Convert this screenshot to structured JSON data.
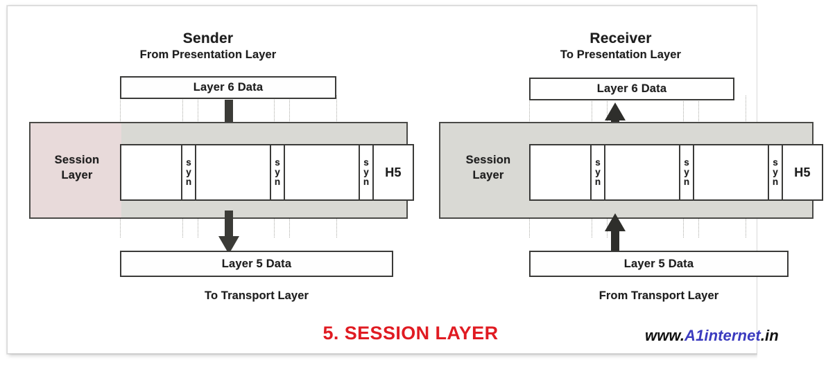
{
  "caption": {
    "text": "5. SESSION LAYER",
    "color": "#e01b22"
  },
  "watermark": {
    "prefix": "www.",
    "brand": "A1internet",
    "suffix": ".in",
    "prefix_color": "#111111",
    "brand_color": "#3b3bbf"
  },
  "colors": {
    "band_gray": "#d9d9d4",
    "band_pink": "#e8dada",
    "box_border": "#3a3a38",
    "band_border": "#4a4a47",
    "arrow": "#3b3b37",
    "text": "#1d1d1d",
    "guide": "#8e8e88"
  },
  "sender": {
    "title": "Sender",
    "subtitle": "From Presentation Layer",
    "top_data_box": "Layer 6 Data",
    "layer_label_line1": "Session",
    "layer_label_line2": "Layer",
    "bottom_data_box": "Layer 5 Data",
    "footer": "To Transport Layer",
    "flow_direction": "down",
    "arrow_in_name": "arrow-down-into-session-layer",
    "arrow_out_name": "arrow-down-to-transport-layer",
    "pdu": [
      {
        "kind": "data",
        "label": "",
        "width": 90
      },
      {
        "kind": "syn",
        "label": "syn",
        "width": 22
      },
      {
        "kind": "data",
        "label": "",
        "width": 110
      },
      {
        "kind": "syn",
        "label": "syn",
        "width": 22
      },
      {
        "kind": "data",
        "label": "",
        "width": 110
      },
      {
        "kind": "syn",
        "label": "syn",
        "width": 22
      },
      {
        "kind": "header",
        "label": "H5",
        "width": 60
      }
    ]
  },
  "receiver": {
    "title": "Receiver",
    "subtitle": "To Presentation Layer",
    "top_data_box": "Layer 6 Data",
    "layer_label_line1": "Session",
    "layer_label_line2": "Layer",
    "bottom_data_box": "Layer 5 Data",
    "footer": "From Transport Layer",
    "flow_direction": "up",
    "arrow_in_name": "arrow-up-from-transport-layer",
    "arrow_out_name": "arrow-up-to-presentation-layer",
    "pdu": [
      {
        "kind": "data",
        "label": "",
        "width": 90
      },
      {
        "kind": "syn",
        "label": "syn",
        "width": 22
      },
      {
        "kind": "data",
        "label": "",
        "width": 110
      },
      {
        "kind": "syn",
        "label": "syn",
        "width": 22
      },
      {
        "kind": "data",
        "label": "",
        "width": 110
      },
      {
        "kind": "syn",
        "label": "syn",
        "width": 22
      },
      {
        "kind": "header",
        "label": "H5",
        "width": 60
      }
    ]
  },
  "syn_glyph": {
    "l1": "s",
    "l2": "y",
    "l3": "n"
  }
}
